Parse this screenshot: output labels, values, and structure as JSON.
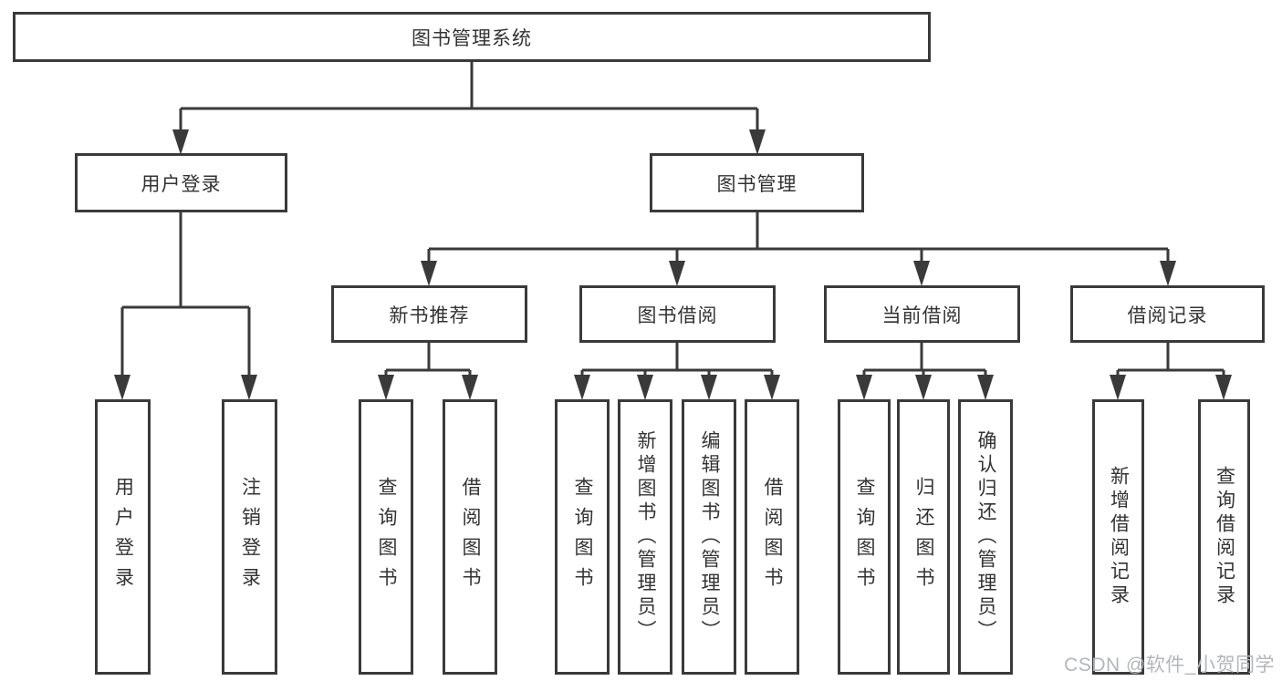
{
  "tree": {
    "root": "图书管理系统",
    "level2": [
      {
        "label": "用户登录"
      },
      {
        "label": "图书管理"
      }
    ],
    "level3": [
      {
        "label": "新书推荐"
      },
      {
        "label": "图书借阅"
      },
      {
        "label": "当前借阅"
      },
      {
        "label": "借阅记录"
      }
    ],
    "leaves": [
      {
        "label": "用户登录"
      },
      {
        "label": "注销登录"
      },
      {
        "label": "查询图书"
      },
      {
        "label": "借阅图书"
      },
      {
        "label": "查询图书"
      },
      {
        "label": "新增图书（管理员）"
      },
      {
        "label": "编辑图书（管理员）"
      },
      {
        "label": "借阅图书"
      },
      {
        "label": "查询图书"
      },
      {
        "label": "归还图书"
      },
      {
        "label": "确认归还（管理员）"
      },
      {
        "label": "新增借阅记录"
      },
      {
        "label": "查询借阅记录"
      }
    ]
  },
  "watermark": "CSDN @软件_小贺同学",
  "colors": {
    "line": "#3a3a3a",
    "box_border": "#3a3a3a",
    "text": "#333333",
    "watermark": "#b3b6bb",
    "background": "#ffffff"
  }
}
